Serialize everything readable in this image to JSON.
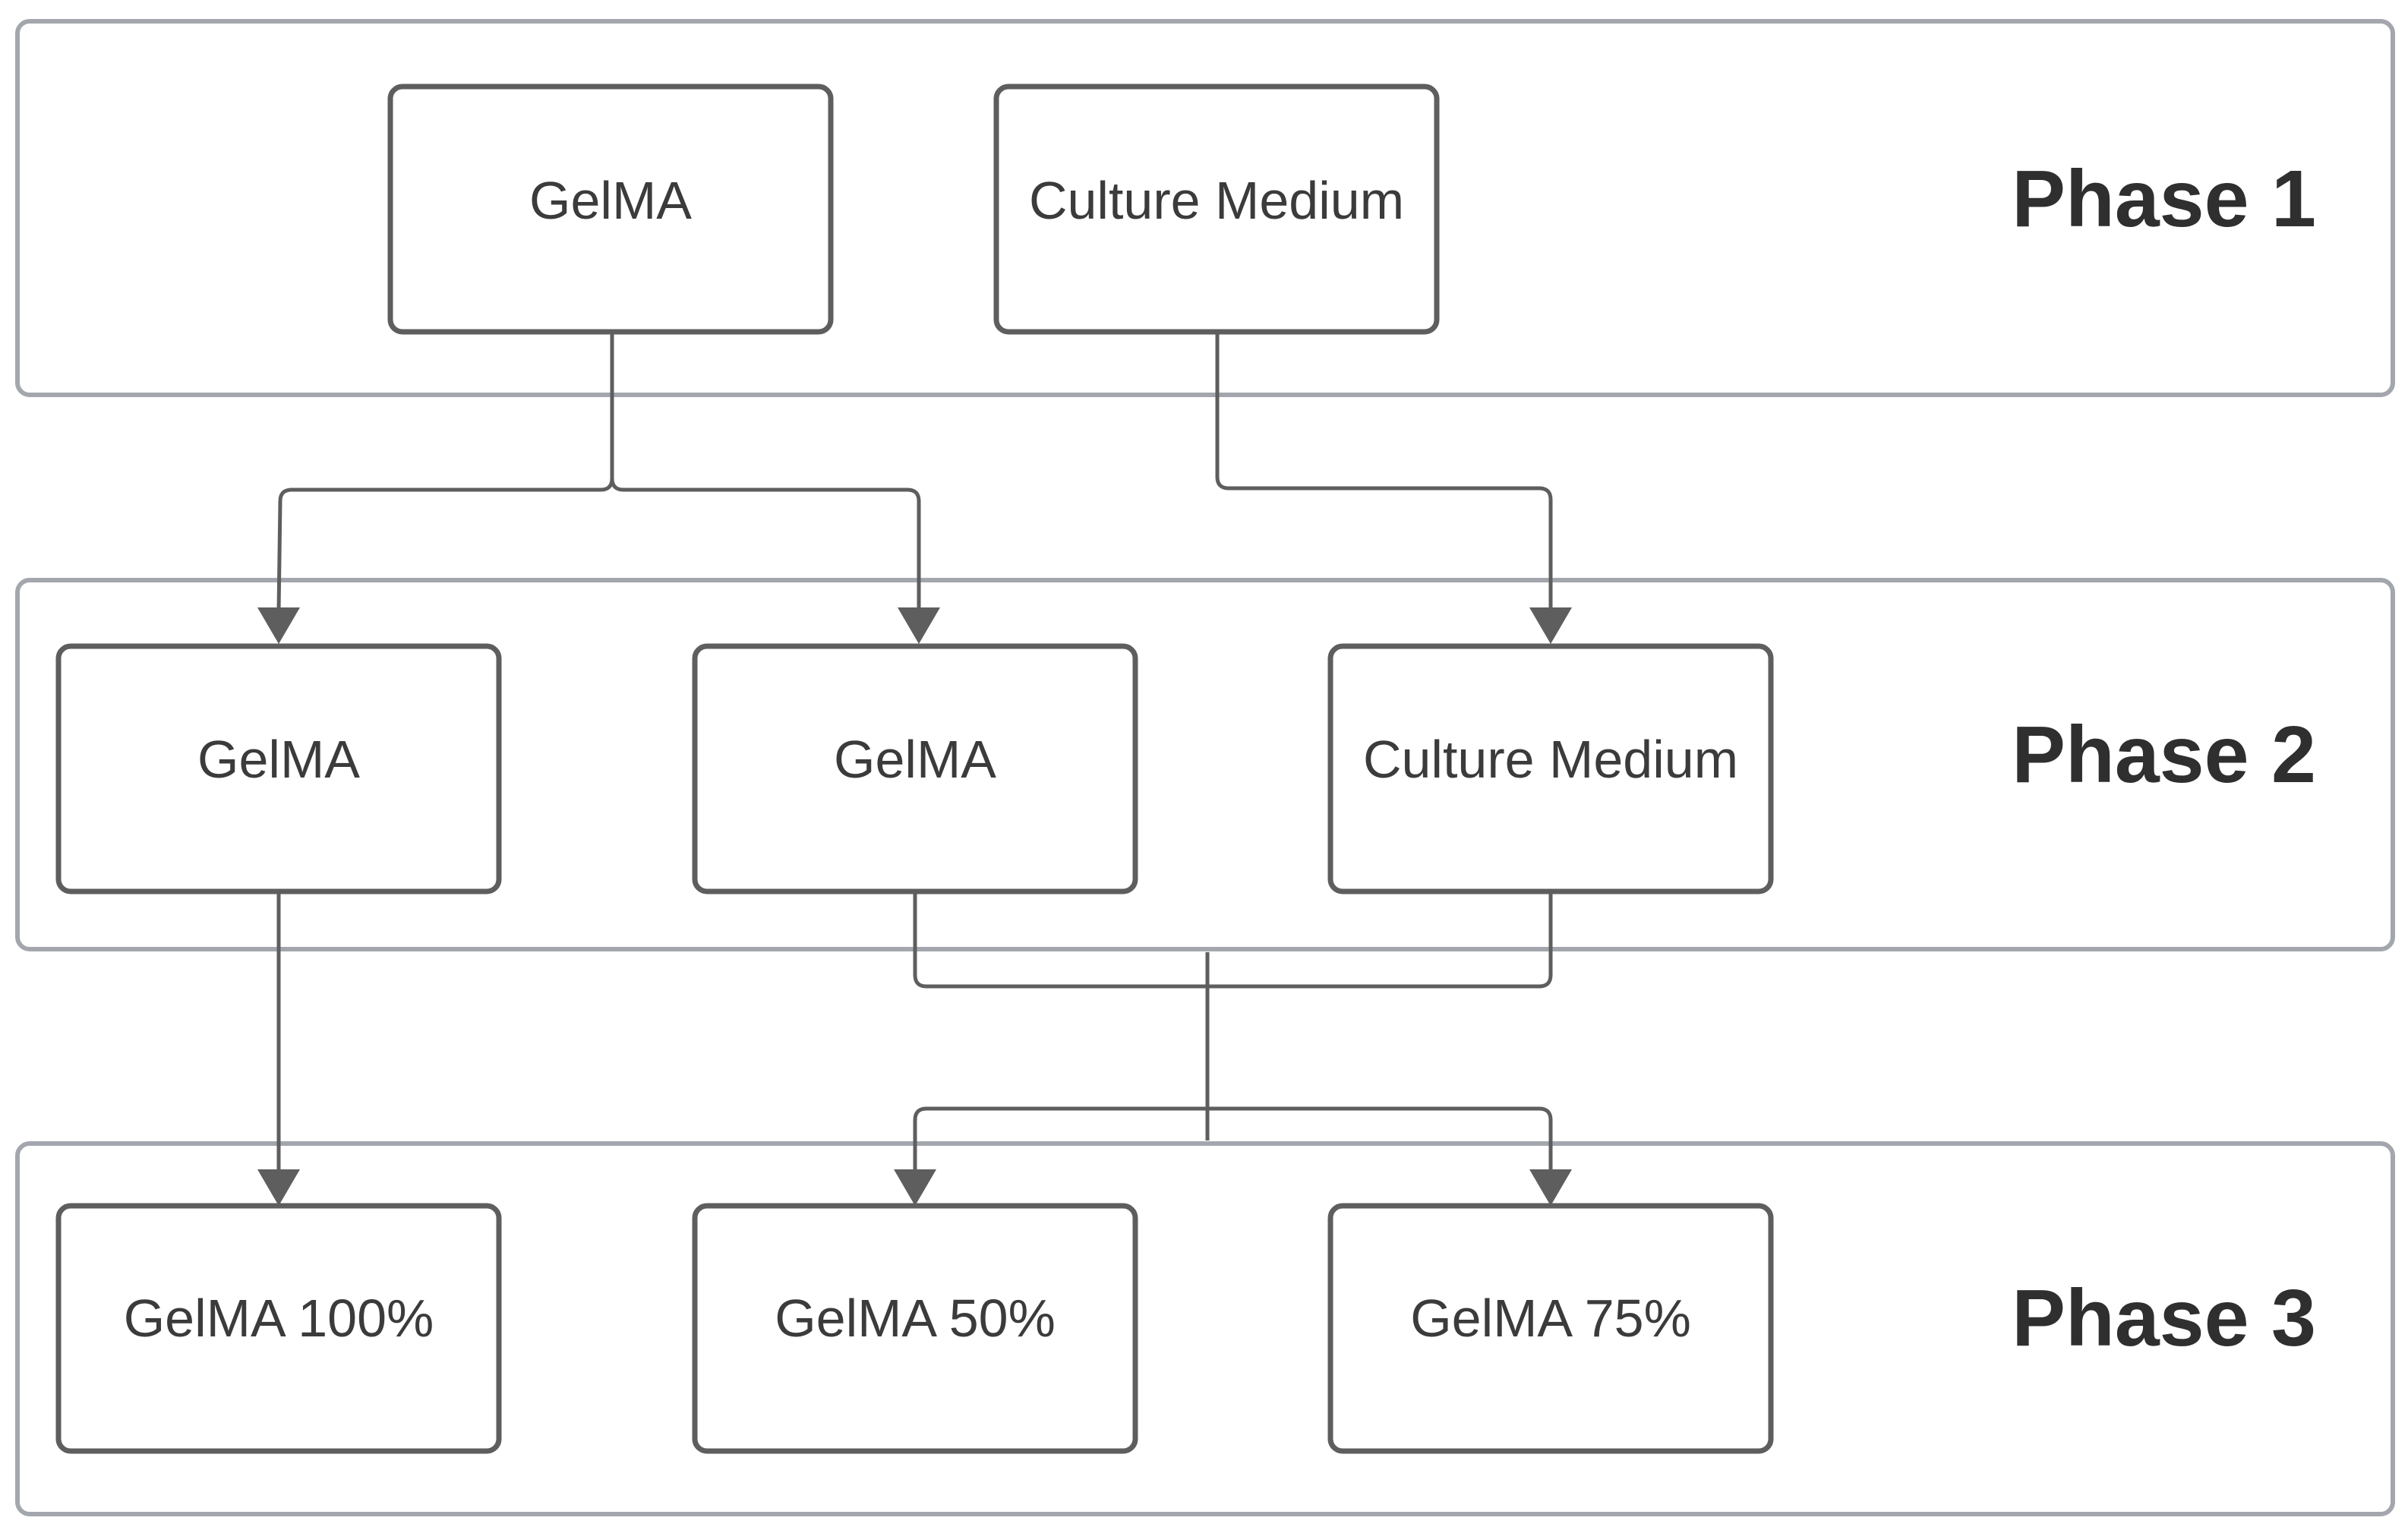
{
  "phases": [
    {
      "label": "Phase 1",
      "nodes": [
        "GelMA",
        "Culture Medium"
      ]
    },
    {
      "label": "Phase 2",
      "nodes": [
        "GelMA",
        "GelMA",
        "Culture Medium"
      ]
    },
    {
      "label": "Phase 3",
      "nodes": [
        "GelMA 100%",
        "GelMA 50%",
        "GelMA 75%"
      ]
    }
  ],
  "colors": {
    "frame_border": "#a3a7ad",
    "box_border": "#5e5e5e",
    "text": "#3b3b3b",
    "connector": "#5e5e5e"
  }
}
